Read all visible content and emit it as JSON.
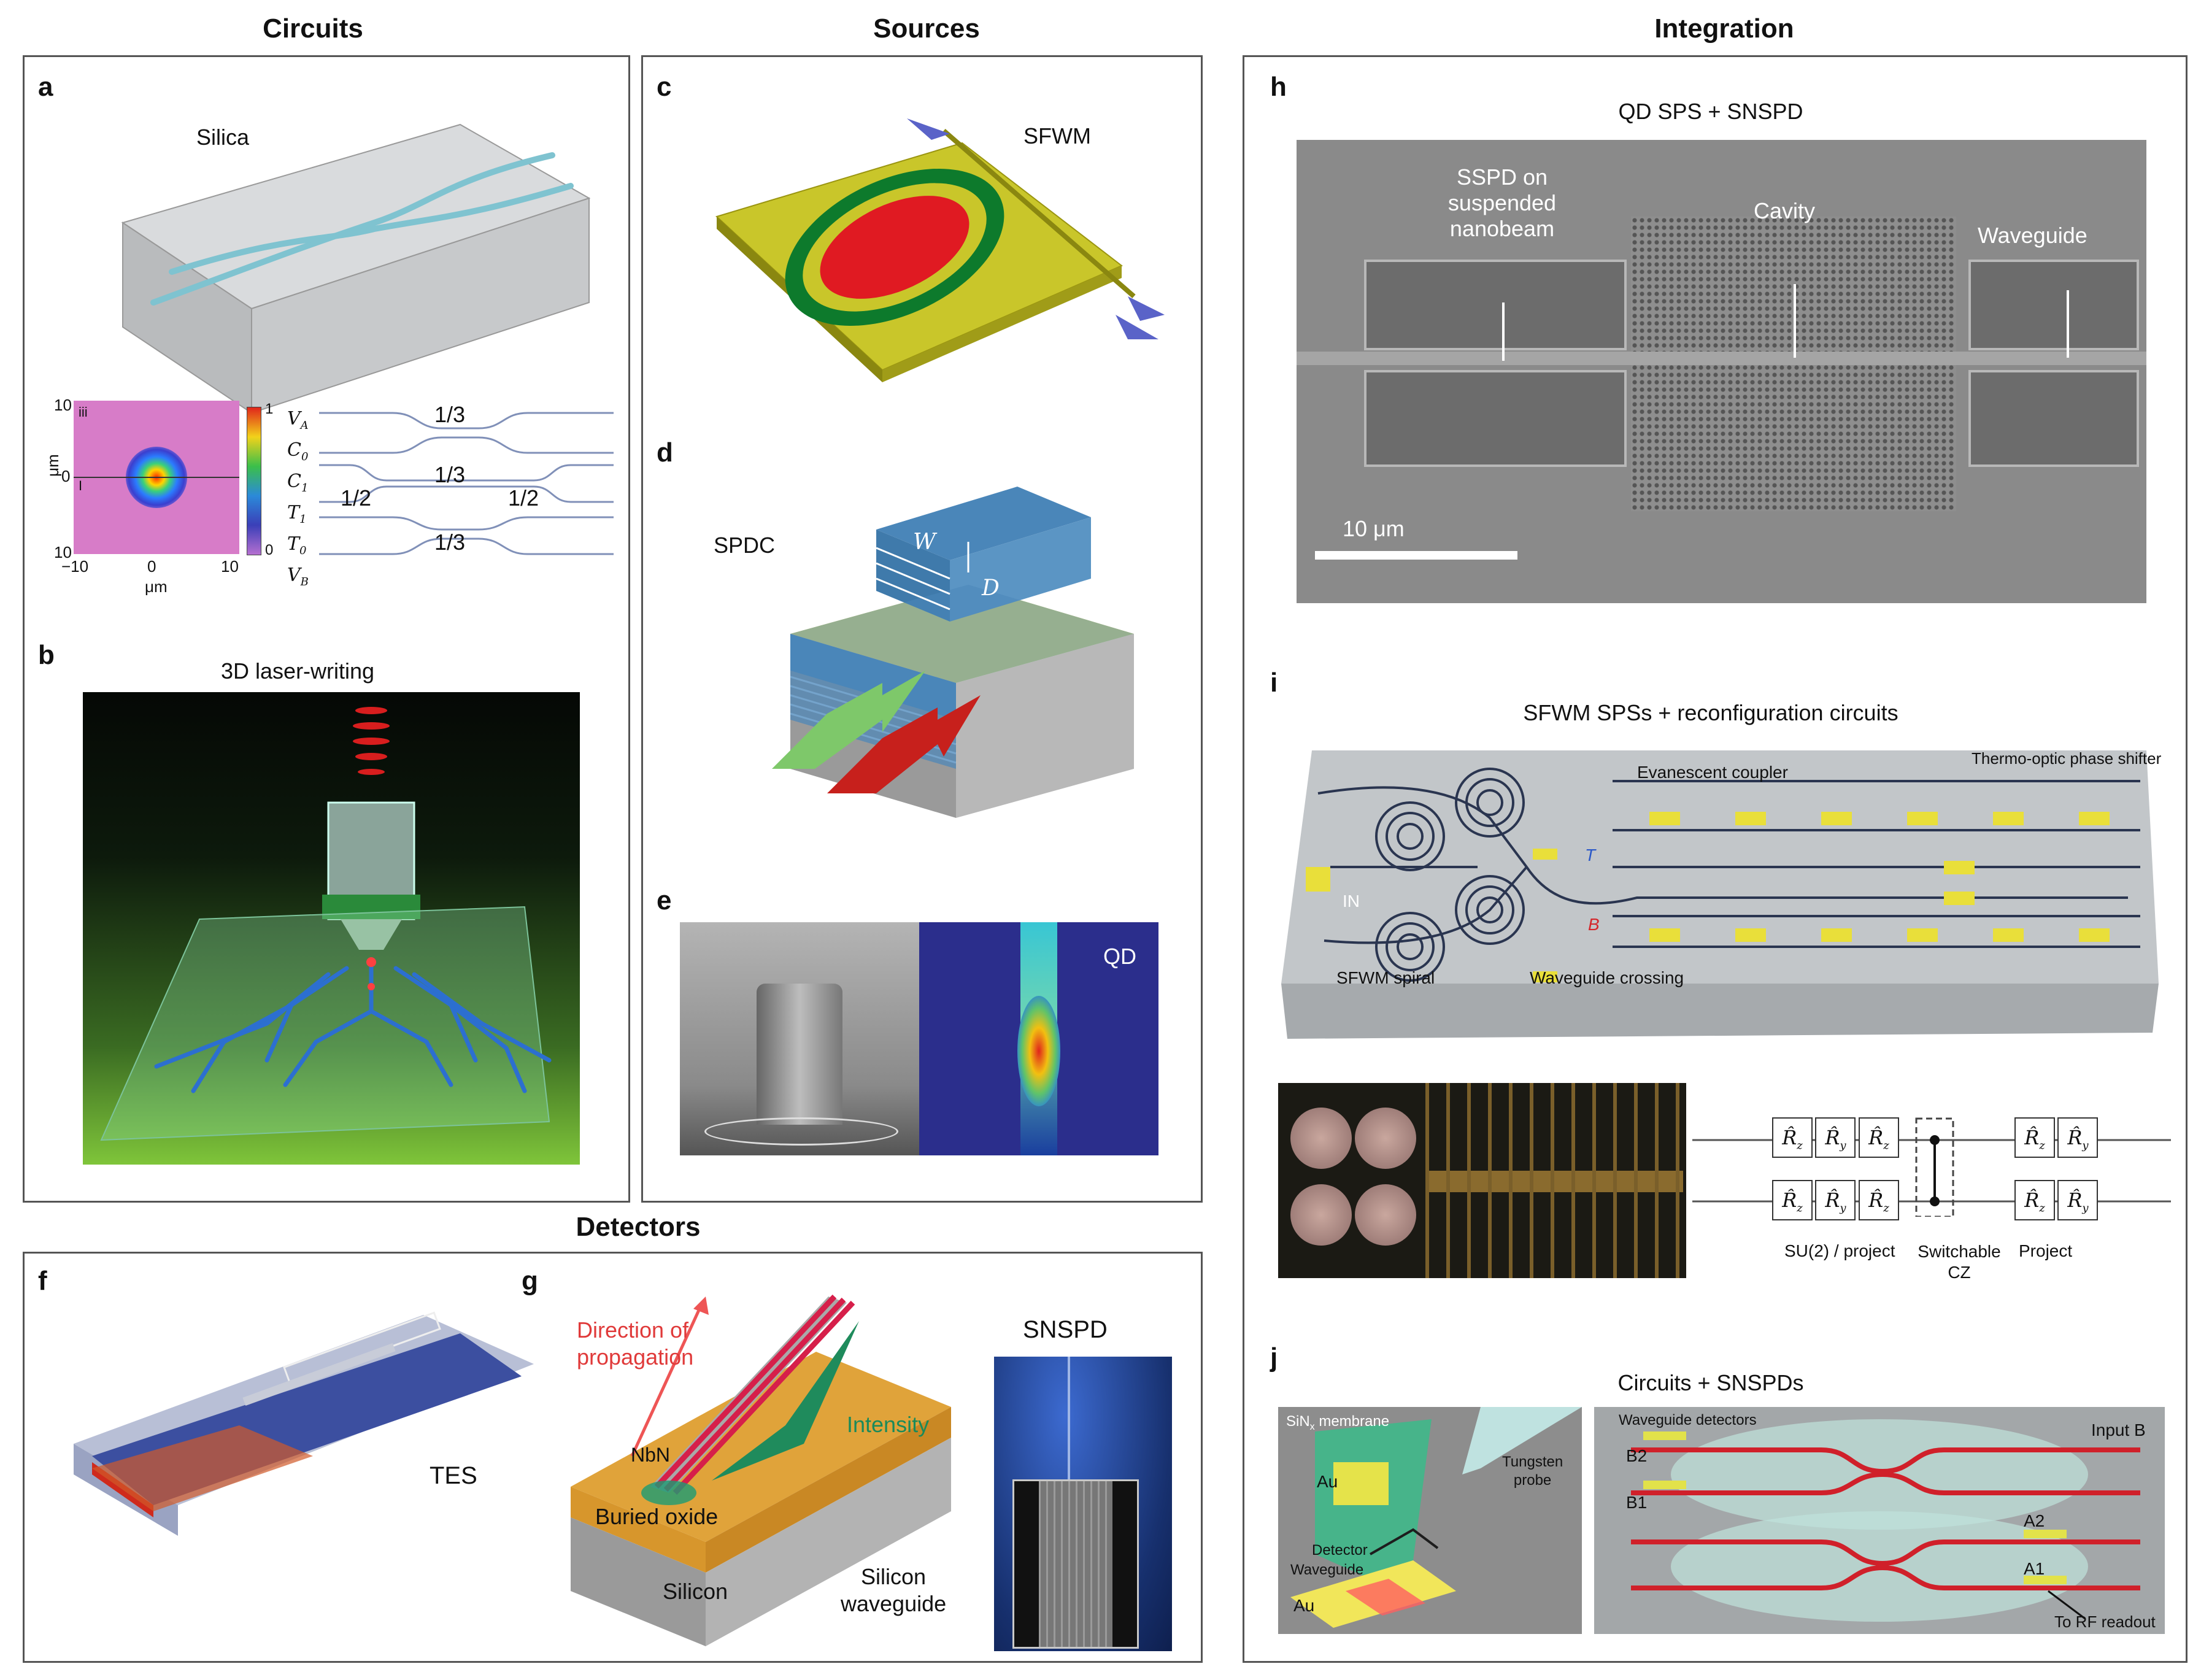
{
  "sections": {
    "circuits": "Circuits",
    "sources": "Sources",
    "integration": "Integration",
    "detectors": "Detectors"
  },
  "panel_a": {
    "label": "a",
    "material": "Silica",
    "inset_tag": "iii",
    "inset_tag2": "I",
    "y_axis": "μm",
    "x_axis": "μm",
    "y_ticks": [
      "10",
      "0",
      "10"
    ],
    "x_ticks": [
      "−10",
      "0",
      "10"
    ],
    "colorbar_ticks": [
      "1",
      "0"
    ],
    "mode_labels": [
      "V",
      "C",
      "C",
      "T",
      "T",
      "V"
    ],
    "mode_subs": [
      "A",
      "0",
      "1",
      "1",
      "0",
      "B"
    ],
    "ratios": [
      "1/3",
      "1/3",
      "1/2",
      "1/2",
      "1/3"
    ]
  },
  "panel_b": {
    "label": "b",
    "title": "3D laser-writing"
  },
  "panel_c": {
    "label": "c",
    "title": "SFWM"
  },
  "panel_d": {
    "label": "d",
    "title": "SPDC",
    "w": "W",
    "d": "D"
  },
  "panel_e": {
    "label": "e",
    "title": "QD"
  },
  "panel_f": {
    "label": "f",
    "title": "TES"
  },
  "panel_g": {
    "label": "g",
    "direction1": "Direction of",
    "direction2": "propagation",
    "intensity": "Intensity",
    "nbn": "NbN",
    "buried_oxide": "Buried oxide",
    "silicon": "Silicon",
    "si_wg1": "Silicon",
    "si_wg2": "waveguide",
    "snspd": "SNSPD"
  },
  "panel_h": {
    "label": "h",
    "title": "QD SPS + SNSPD",
    "sspd1": "SSPD on",
    "sspd2": "suspended",
    "sspd3": "nanobeam",
    "cavity": "Cavity",
    "waveguide": "Waveguide",
    "scale": "10 μm"
  },
  "panel_i": {
    "label": "i",
    "title": "SFWM SPSs + reconfiguration circuits",
    "evanescent": "Evanescent coupler",
    "thermo": "Thermo-optic phase shifter",
    "in": "IN",
    "spiral": "SFWM spiral",
    "crossing": "Waveguide crossing",
    "t": "T",
    "b": "B",
    "gates_row": [
      "R̂",
      "R̂",
      "R̂",
      "R̂",
      "R̂"
    ],
    "gate_subs": [
      "z",
      "y",
      "z",
      "z",
      "y"
    ],
    "su2": "SU(2) / project",
    "switch1": "Switchable",
    "switch2": "CZ",
    "project": "Project"
  },
  "panel_j": {
    "label": "j",
    "title": "Circuits + SNSPDs",
    "membrane": "SiN",
    "membrane_sub": "x",
    "membrane_rest": " membrane",
    "au1": "Au",
    "au2": "Au",
    "tungsten1": "Tungsten",
    "tungsten2": "probe",
    "detector": "Detector",
    "waveguide": "Waveguide",
    "wg_detectors": "Waveguide detectors",
    "input_b": "Input B",
    "b2": "B2",
    "b1": "B1",
    "a2": "A2",
    "a1": "A1",
    "rf": "To RF readout"
  }
}
